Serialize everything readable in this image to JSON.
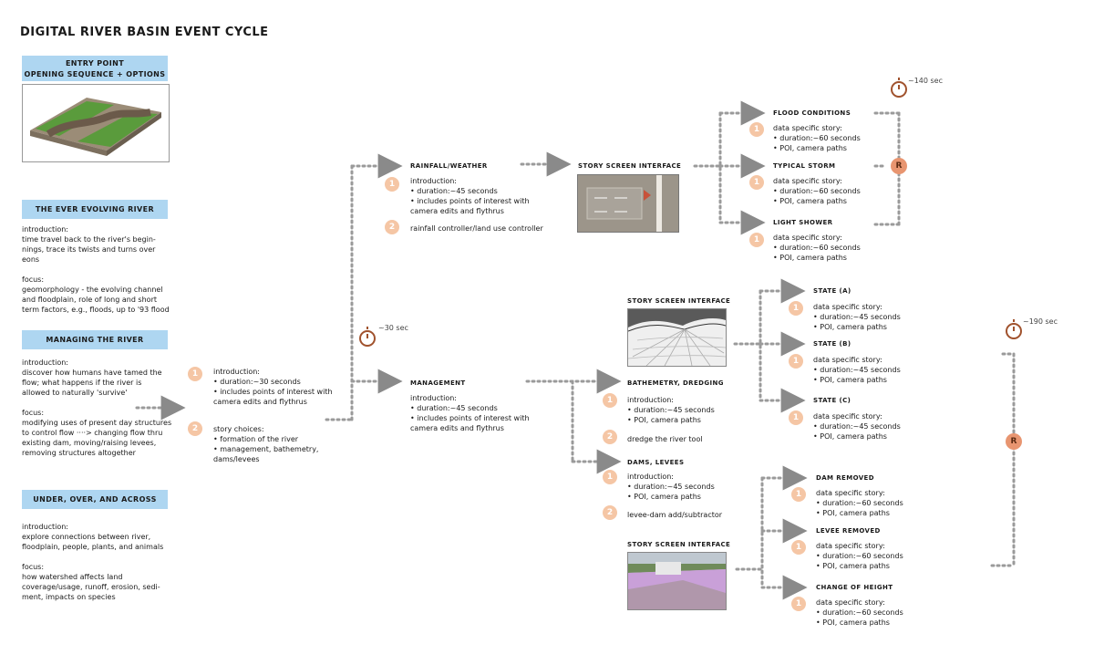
{
  "title": "DIGITAL RIVER BASIN EVENT CYCLE",
  "entry_point": {
    "line1": "ENTRY POINT",
    "line2": "OPENING SEQUENCE + OPTIONS"
  },
  "ever_evolving": {
    "header": "THE EVER EVOLVING RIVER",
    "intro_label": "introduction:",
    "intro_lines": [
      "time travel back to the river's begin-",
      "nings, trace its twists and turns over",
      "eons"
    ],
    "focus_label": "focus:",
    "focus_lines": [
      "geomorphology - the evolving channel",
      "and floodplain, role of long and short",
      "term factors, e.g., floods, up to '93 flood"
    ]
  },
  "managing": {
    "header": "MANAGING THE RIVER",
    "intro_label": "introduction:",
    "intro_lines": [
      "discover how humans have tamed the",
      "flow; what happens if the river is",
      "allowed to naturally 'survive'"
    ],
    "focus_label": "focus:",
    "focus_lines": [
      "modifying uses of present day structures",
      "to control flow ····> changing flow thru",
      "existing dam, moving/raising levees,",
      "removing structures altogether"
    ]
  },
  "under_over": {
    "header": "UNDER, OVER, AND ACROSS",
    "intro_label": "introduction:",
    "intro_lines": [
      "explore connections between river,",
      "floodplain, people, plants, and animals"
    ],
    "focus_label": "focus:",
    "focus_lines": [
      "how watershed affects land",
      "coverage/usage, runoff, erosion, sedi-",
      "ment, impacts on species"
    ]
  },
  "center": {
    "n1": "1",
    "intro_lines": [
      "introduction:",
      "• duration:~30 seconds",
      "• includes points of interest with",
      "camera edits and flythrus"
    ],
    "n2": "2",
    "choices_lines": [
      "story choices:",
      "• formation of the river",
      "• management, bathemetry,",
      "dams/levees"
    ]
  },
  "timer_30": "~30 sec",
  "timer_140": "~140 sec",
  "timer_190": "~190 sec",
  "rainfall": {
    "header": "RAINFALL/WEATHER",
    "n1": "1",
    "intro_lines": [
      "introduction:",
      "• duration:~45 seconds",
      "• includes points of interest with",
      "camera edits and flythrus"
    ],
    "n2": "2",
    "tool": "rainfall controller/land use controller"
  },
  "management": {
    "header": "MANAGEMENT",
    "intro_lines": [
      "introduction:",
      "• duration:~45 seconds",
      "• includes points of interest with",
      "camera edits and flythrus"
    ]
  },
  "story_screen_1": "STORY SCREEN INTERFACE",
  "story_screen_2": "STORY SCREEN INTERFACE",
  "story_screen_3": "STORY SCREEN INTERFACE",
  "flood_branches": [
    {
      "header": "FLOOD CONDITIONS",
      "n": "1",
      "lines": [
        "data specific story:",
        "• duration:~60 seconds",
        "• POI, camera paths"
      ]
    },
    {
      "header": "TYPICAL STORM",
      "n": "1",
      "lines": [
        "data specific story:",
        "• duration:~60 seconds",
        "• POI, camera paths"
      ]
    },
    {
      "header": "LIGHT SHOWER",
      "n": "1",
      "lines": [
        "data specific story:",
        "• duration:~60 seconds",
        "• POI, camera paths"
      ]
    }
  ],
  "bathemetry": {
    "header": "BATHEMETRY, DREDGING",
    "n1": "1",
    "intro_lines": [
      "introduction:",
      "• duration:~45 seconds",
      "• POI, camera paths"
    ],
    "n2": "2",
    "tool": "dredge the river tool"
  },
  "dams": {
    "header": "DAMS, LEVEES",
    "n1": "1",
    "intro_lines": [
      "introduction:",
      "• duration:~45 seconds",
      "• POI, camera paths"
    ],
    "n2": "2",
    "tool": "levee-dam add/subtractor"
  },
  "state_branches": [
    {
      "header": "STATE (A)",
      "n": "1",
      "lines": [
        "data specific story:",
        "• duration:~45 seconds",
        "• POI, camera paths"
      ]
    },
    {
      "header": "STATE (B)",
      "n": "1",
      "lines": [
        "data specific story:",
        "• duration:~45 seconds",
        "• POI, camera paths"
      ]
    },
    {
      "header": "STATE (C)",
      "n": "1",
      "lines": [
        "data specific story:",
        "• duration:~45 seconds",
        "• POI, camera paths"
      ]
    }
  ],
  "dam_branches": [
    {
      "header": "DAM REMOVED",
      "n": "1",
      "lines": [
        "data specific story:",
        "• duration:~60 seconds",
        "• POI, camera paths"
      ]
    },
    {
      "header": "LEVEE REMOVED",
      "n": "1",
      "lines": [
        "data specific story:",
        "• duration:~60 seconds",
        "• POI, camera paths"
      ]
    },
    {
      "header": "CHANGE OF HEIGHT",
      "n": "1",
      "lines": [
        "data specific story:",
        "• duration:~60 seconds",
        "• POI, camera paths"
      ]
    }
  ],
  "r_top": "R",
  "r_right": "R",
  "colors": {
    "header_blue": "#aed6f1",
    "number_circle": "#f5c6a5",
    "r_circle": "#e89570",
    "connector": "#9a9a9a",
    "timer": "#a0522d"
  }
}
